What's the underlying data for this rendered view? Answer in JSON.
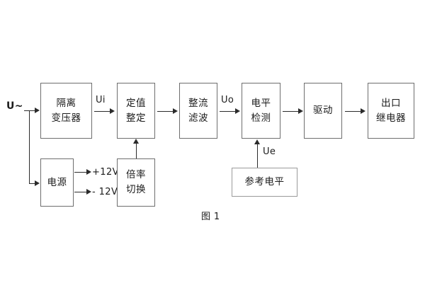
{
  "figure": {
    "caption": "图 1",
    "colors": {
      "background": "#ffffff",
      "block_border": "#6e6e6e",
      "block_border_light": "#9a9a9a",
      "line": "#2b2b2b",
      "text": "#1b1b1b"
    }
  },
  "blocks": {
    "isolation_transformer": {
      "line1": "隔离",
      "line2": "变压器"
    },
    "power_supply": {
      "line1": "电源"
    },
    "setting_value": {
      "line1": "定值",
      "line2": "整定"
    },
    "multiplier_switch": {
      "line1": "倍率",
      "line2": "切换"
    },
    "rectify_filter": {
      "line1": "整流",
      "line2": "滤波"
    },
    "level_detect": {
      "line1": "电平",
      "line2": "检测"
    },
    "reference_level": {
      "line1": "参考电平"
    },
    "driver": {
      "line1": "驱动"
    },
    "output_relay": {
      "line1": "出口",
      "line2": "继电器"
    }
  },
  "signals": {
    "input_source": "U~",
    "ui": "Ui",
    "uo": "Uo",
    "ue": "Ue",
    "rail_positive": "+12V",
    "rail_negative": "- 12V"
  }
}
